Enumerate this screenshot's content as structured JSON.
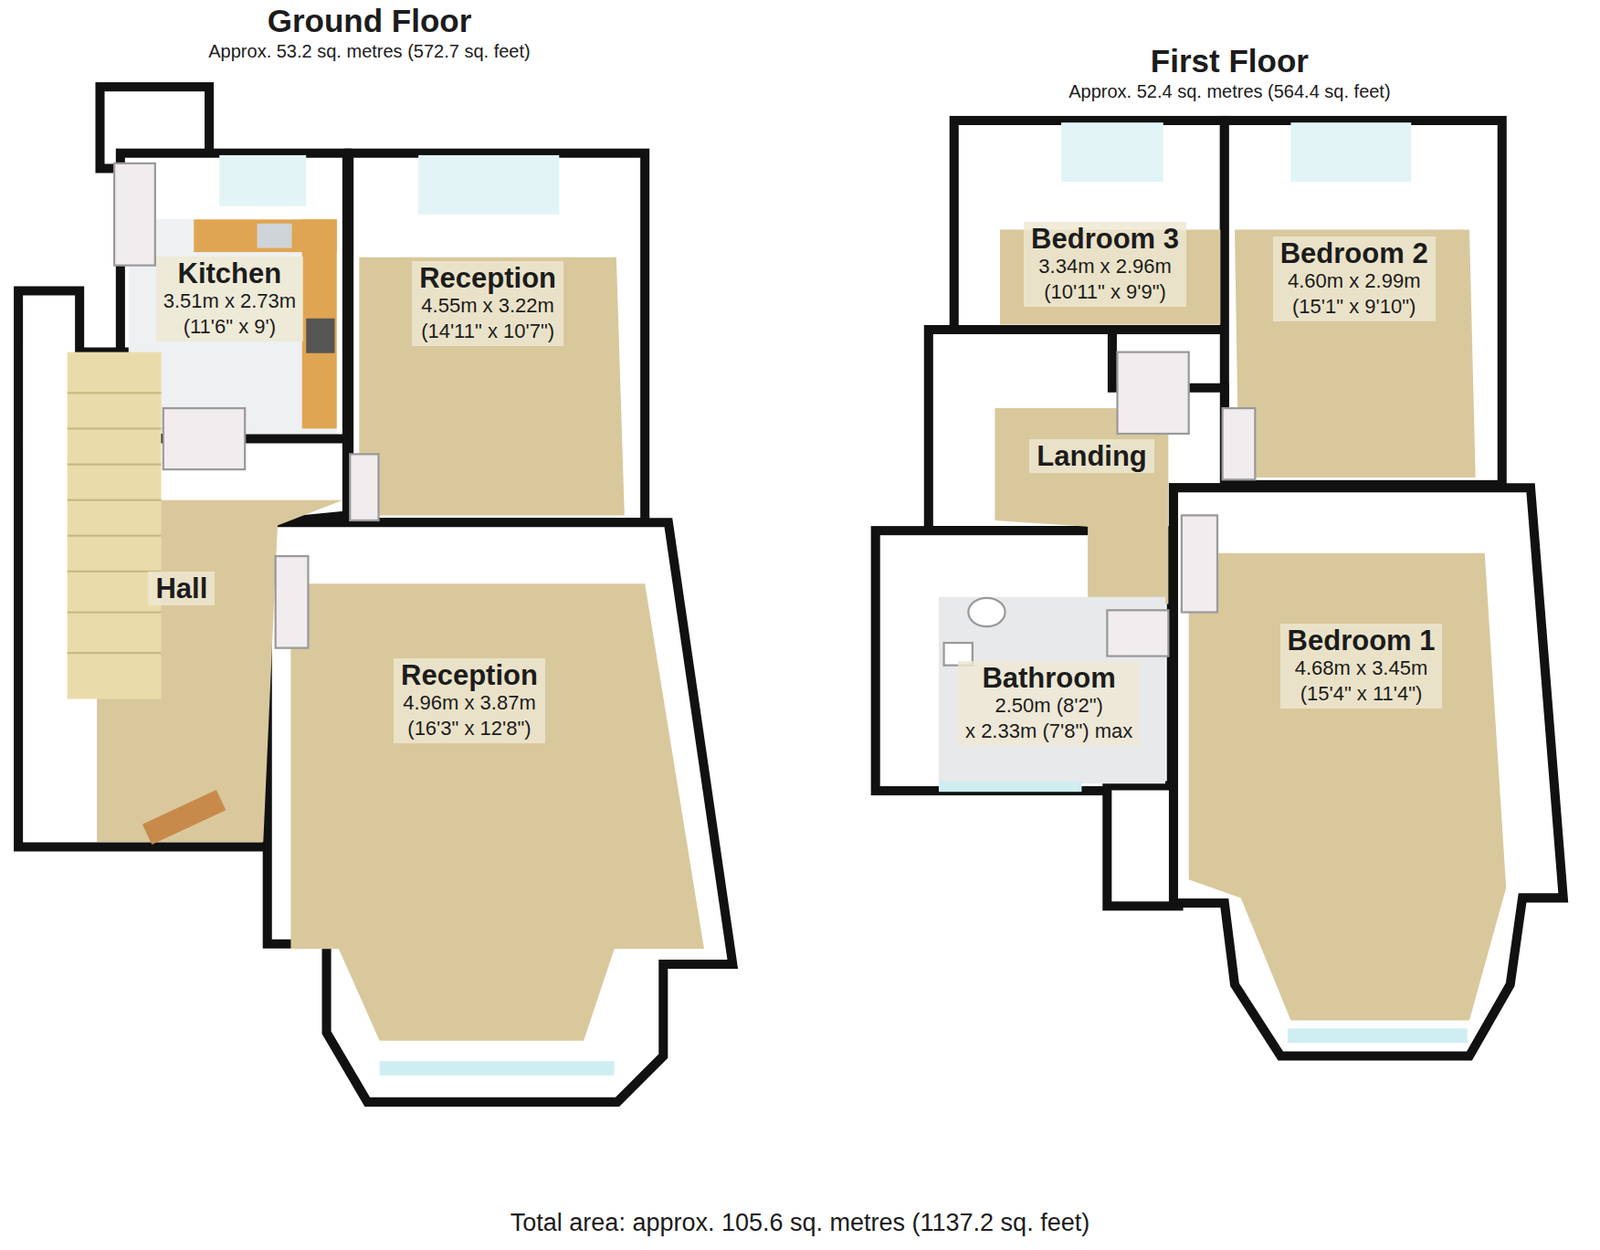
{
  "diagram": {
    "caption": "Total area: approx. 105.6 sq. metres (1137.2 sq. feet)",
    "nodes": [
      {
        "text": [
          "Ground Floor",
          "Approx. 53.2 sq. metres (572.7 sq. feet)"
        ]
      },
      {
        "text": [
          "Kitchen",
          "3.51m x 2.73m",
          "(11'6\" x 9')"
        ],
        "in": 0
      },
      {
        "text": [
          "Reception",
          "4.55m x 3.22m",
          "(14'11\" x 10'7\")"
        ],
        "in": 0
      },
      {
        "text": [
          "Hall"
        ],
        "in": 0
      },
      {
        "text": [
          "Reception",
          "4.96m x 3.87m",
          "(16'3\" x 12'8\")"
        ],
        "in": 0
      },
      {
        "text": [
          "First Floor",
          "Approx. 52.4 sq. metres (564.4 sq. feet)"
        ]
      },
      {
        "text": [
          "Bedroom 3",
          "3.34m x 2.96m",
          "(10'11\" x 9'9\")"
        ],
        "in": 5
      },
      {
        "text": [
          "Bedroom 2",
          "4.60m x 2.99m",
          "(15'1\" x 9'10\")"
        ],
        "in": 5
      },
      {
        "text": [
          "Landing"
        ],
        "in": 5
      },
      {
        "text": [
          "Bathroom",
          "2.50m (8'2\")",
          "x 2.33m (7'8\") max"
        ],
        "in": 5
      },
      {
        "text": [
          "Bedroom 1",
          "4.68m x 3.45m",
          "(15'4\" x 11'4\")"
        ],
        "in": 5
      }
    ]
  }
}
